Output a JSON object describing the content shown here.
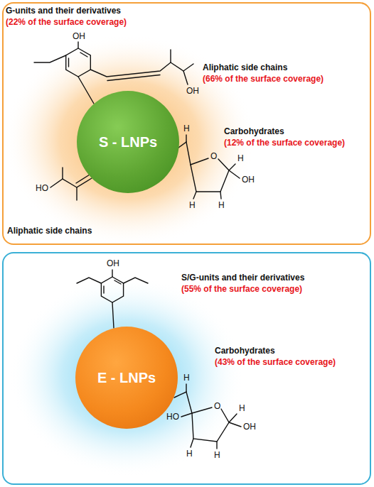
{
  "diagram": {
    "nodes": [
      {
        "text": [
          "G-units and their derivatives",
          "(22% of the surface coverage)",
          "Aliphatic side chains",
          "(66% of the surface coverage)",
          "Carbohydrates",
          "(12% of the surface coverage)",
          "Aliphatic side chains"
        ]
      },
      {
        "text": [
          "S - LNPs"
        ],
        "in": 0
      },
      {
        "text": [
          "S/G-units and their derivatives",
          "(55% of the surface coverage)",
          "Carbohydrates",
          "(43% of the surface coverage)"
        ]
      },
      {
        "text": [
          "E - LNPs"
        ],
        "in": 2
      }
    ],
    "labels": [
      "OH",
      "OH",
      "HO",
      "H",
      "O",
      "H",
      "OH",
      "H",
      "H",
      "OH",
      "H",
      "O",
      "H",
      "OH",
      "H",
      "H",
      "HO"
    ]
  }
}
